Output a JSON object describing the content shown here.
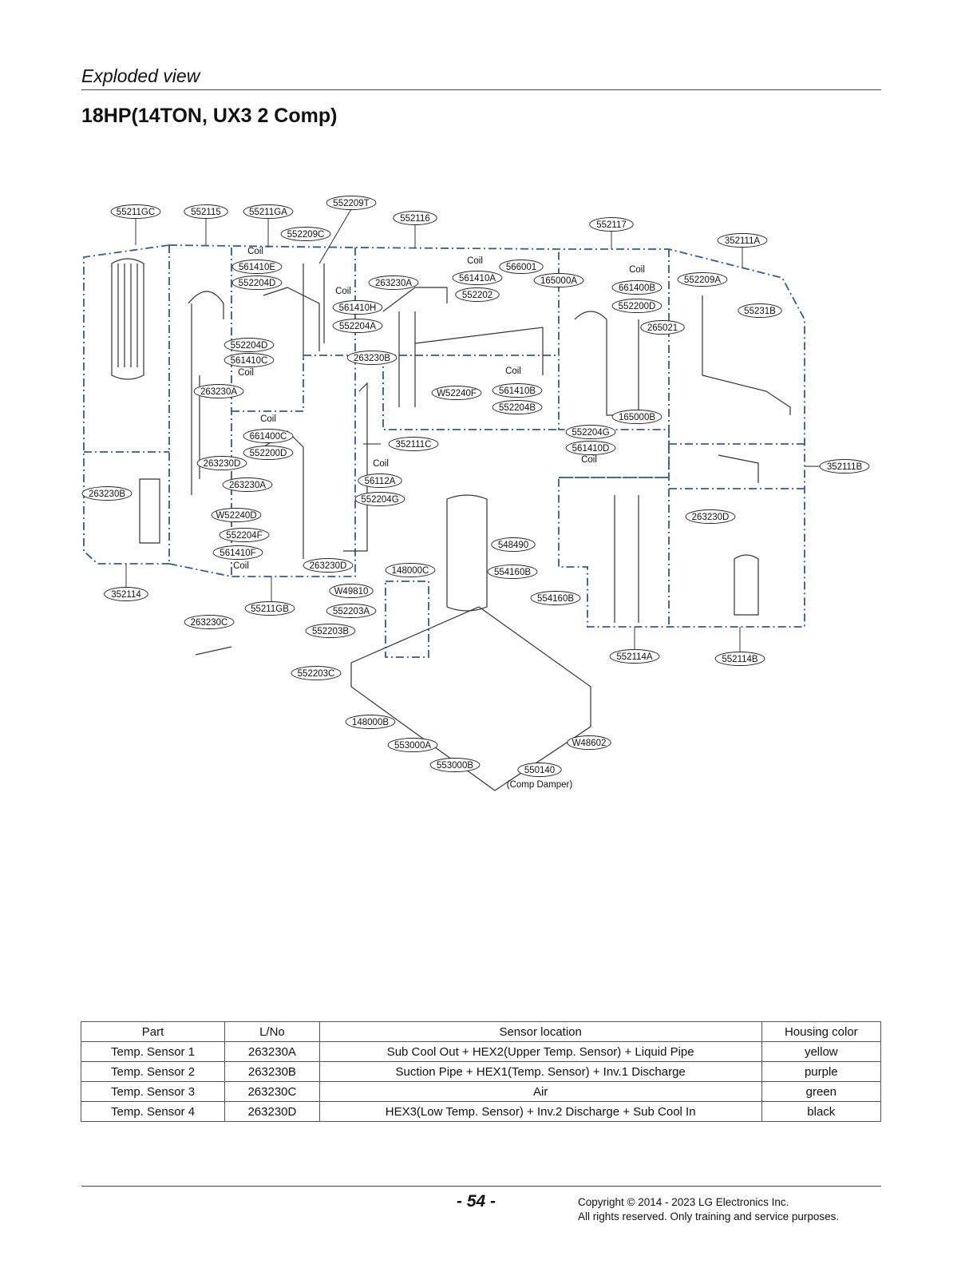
{
  "header": {
    "section": "Exploded view",
    "title": "18HP(14TON, UX3 2 Comp)"
  },
  "diagram": {
    "callouts": [
      "55211GC",
      "552115",
      "55211GA",
      "552209T",
      "552209C",
      "552116",
      "552117",
      "352111A",
      "561410E",
      "552204D",
      "561410H",
      "552204A",
      "263230A",
      "561410A",
      "552202",
      "566001",
      "165000A",
      "661400B",
      "552200D",
      "265021",
      "552209A",
      "55231B",
      "552204D",
      "561410C",
      "263230B",
      "W52240F",
      "561410B",
      "552204B",
      "165000B",
      "552204G",
      "561410D",
      "263230A",
      "661400C",
      "552200D",
      "263230D",
      "352111C",
      "56112A",
      "552204G",
      "352111B",
      "263230B",
      "263230A",
      "W52240D",
      "552204F",
      "561410F",
      "263230D",
      "263230D",
      "548490",
      "148000C",
      "554160B",
      "554160B",
      "W49810",
      "552203A",
      "552203B",
      "352114",
      "55211GB",
      "263230C",
      "552114A",
      "552114B",
      "552203C",
      "148000B",
      "553000A",
      "W48602",
      "553000B",
      "550140"
    ],
    "coil_notes": [
      "Coil",
      "Coil",
      "Coil",
      "Coil",
      "Coil",
      "Coil",
      "Coil",
      "Coil",
      "Coil",
      "Coil",
      "Coil"
    ],
    "comp_damper_note": "(Comp Damper)"
  },
  "table": {
    "headers": [
      "Part",
      "L/No",
      "Sensor location",
      "Housing color"
    ],
    "rows": [
      [
        "Temp. Sensor 1",
        "263230A",
        "Sub Cool Out + HEX2(Upper Temp. Sensor) + Liquid Pipe",
        "yellow"
      ],
      [
        "Temp. Sensor 2",
        "263230B",
        "Suction Pipe + HEX1(Temp. Sensor) + Inv.1  Discharge",
        "purple"
      ],
      [
        "Temp. Sensor 3",
        "263230C",
        "Air",
        "green"
      ],
      [
        "Temp. Sensor 4",
        "263230D",
        "HEX3(Low Temp. Sensor) + Inv.2  Discharge + Sub Cool In",
        "black"
      ]
    ]
  },
  "footer": {
    "page_number": "- 54 -",
    "copyright_line1": "Copyright © 2014 - 2023 LG Electronics Inc.",
    "copyright_line2": "All rights reserved. Only training and service purposes."
  },
  "colors": {
    "dash_line": "#2f5d94",
    "text": "#111111",
    "rule": "#444444"
  }
}
